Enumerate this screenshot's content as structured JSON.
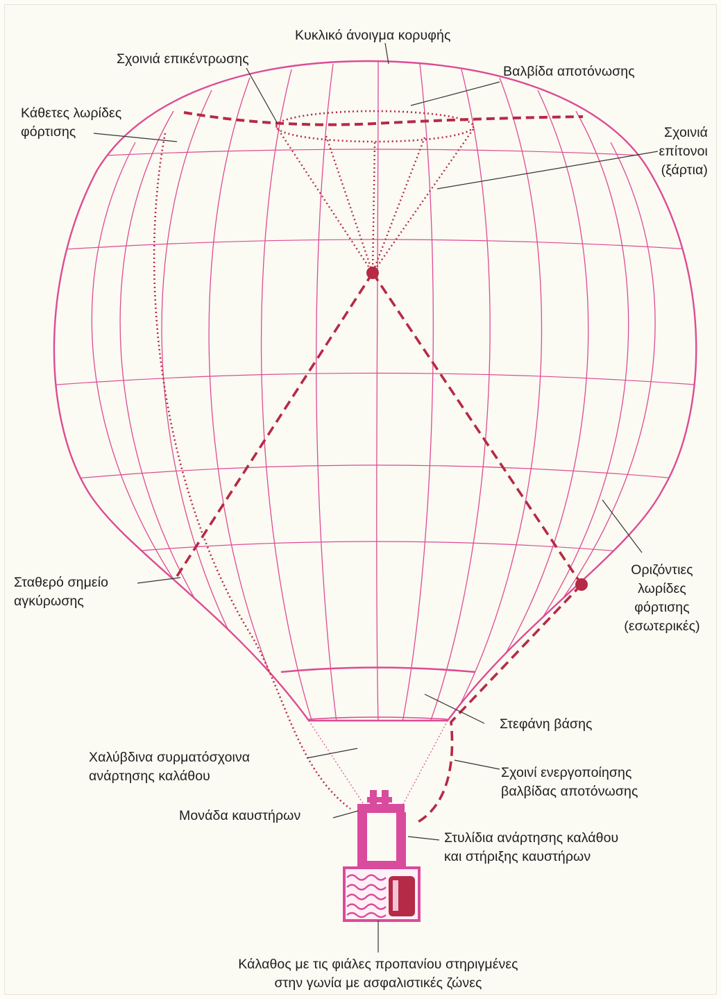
{
  "colors": {
    "envelope": "#dd4b93",
    "rope": "#b52a46",
    "basket": "#d94b9c",
    "text": "#1e1e1e"
  },
  "labels": {
    "crown_opening": "Κυκλικό άνοιγμα κορυφής",
    "centering_ropes": "Σχοινιά επικέντρωσης",
    "deflation_valve": "Βαλβίδα αποτόνωσης",
    "vertical_load_tapes": [
      "Κάθετες λωρίδες",
      "φόρτισης"
    ],
    "rigging_lines": [
      "Σχοινιά",
      "επίτονοι",
      "(ξάρτια)"
    ],
    "fixed_anchor_point": [
      "Σταθερό σημείο",
      "αγκύρωσης"
    ],
    "horizontal_load_tapes": [
      "Οριζόντιες",
      "λωρίδες",
      "φόρτισης",
      "(εσωτερικές)"
    ],
    "skirt_ring": "Στεφάνη βάσης",
    "steel_cables": [
      "Χαλύβδινα συρματόσχοινα",
      "ανάρτησης καλάθου"
    ],
    "valve_line": [
      "Σχοινί ενεργοποίησης",
      "βαλβίδας αποτόνωσης"
    ],
    "burner_unit": "Μονάδα καυστήρων",
    "support_rods": [
      "Στυλίδια ανάρτησης καλάθου",
      "και στήριξης καυστήρων"
    ],
    "basket": [
      "Κάλαθος με τις φιάλες προπανίου στηριγμένες",
      "στην γωνία με ασφαλιστικές ζώνες"
    ]
  }
}
